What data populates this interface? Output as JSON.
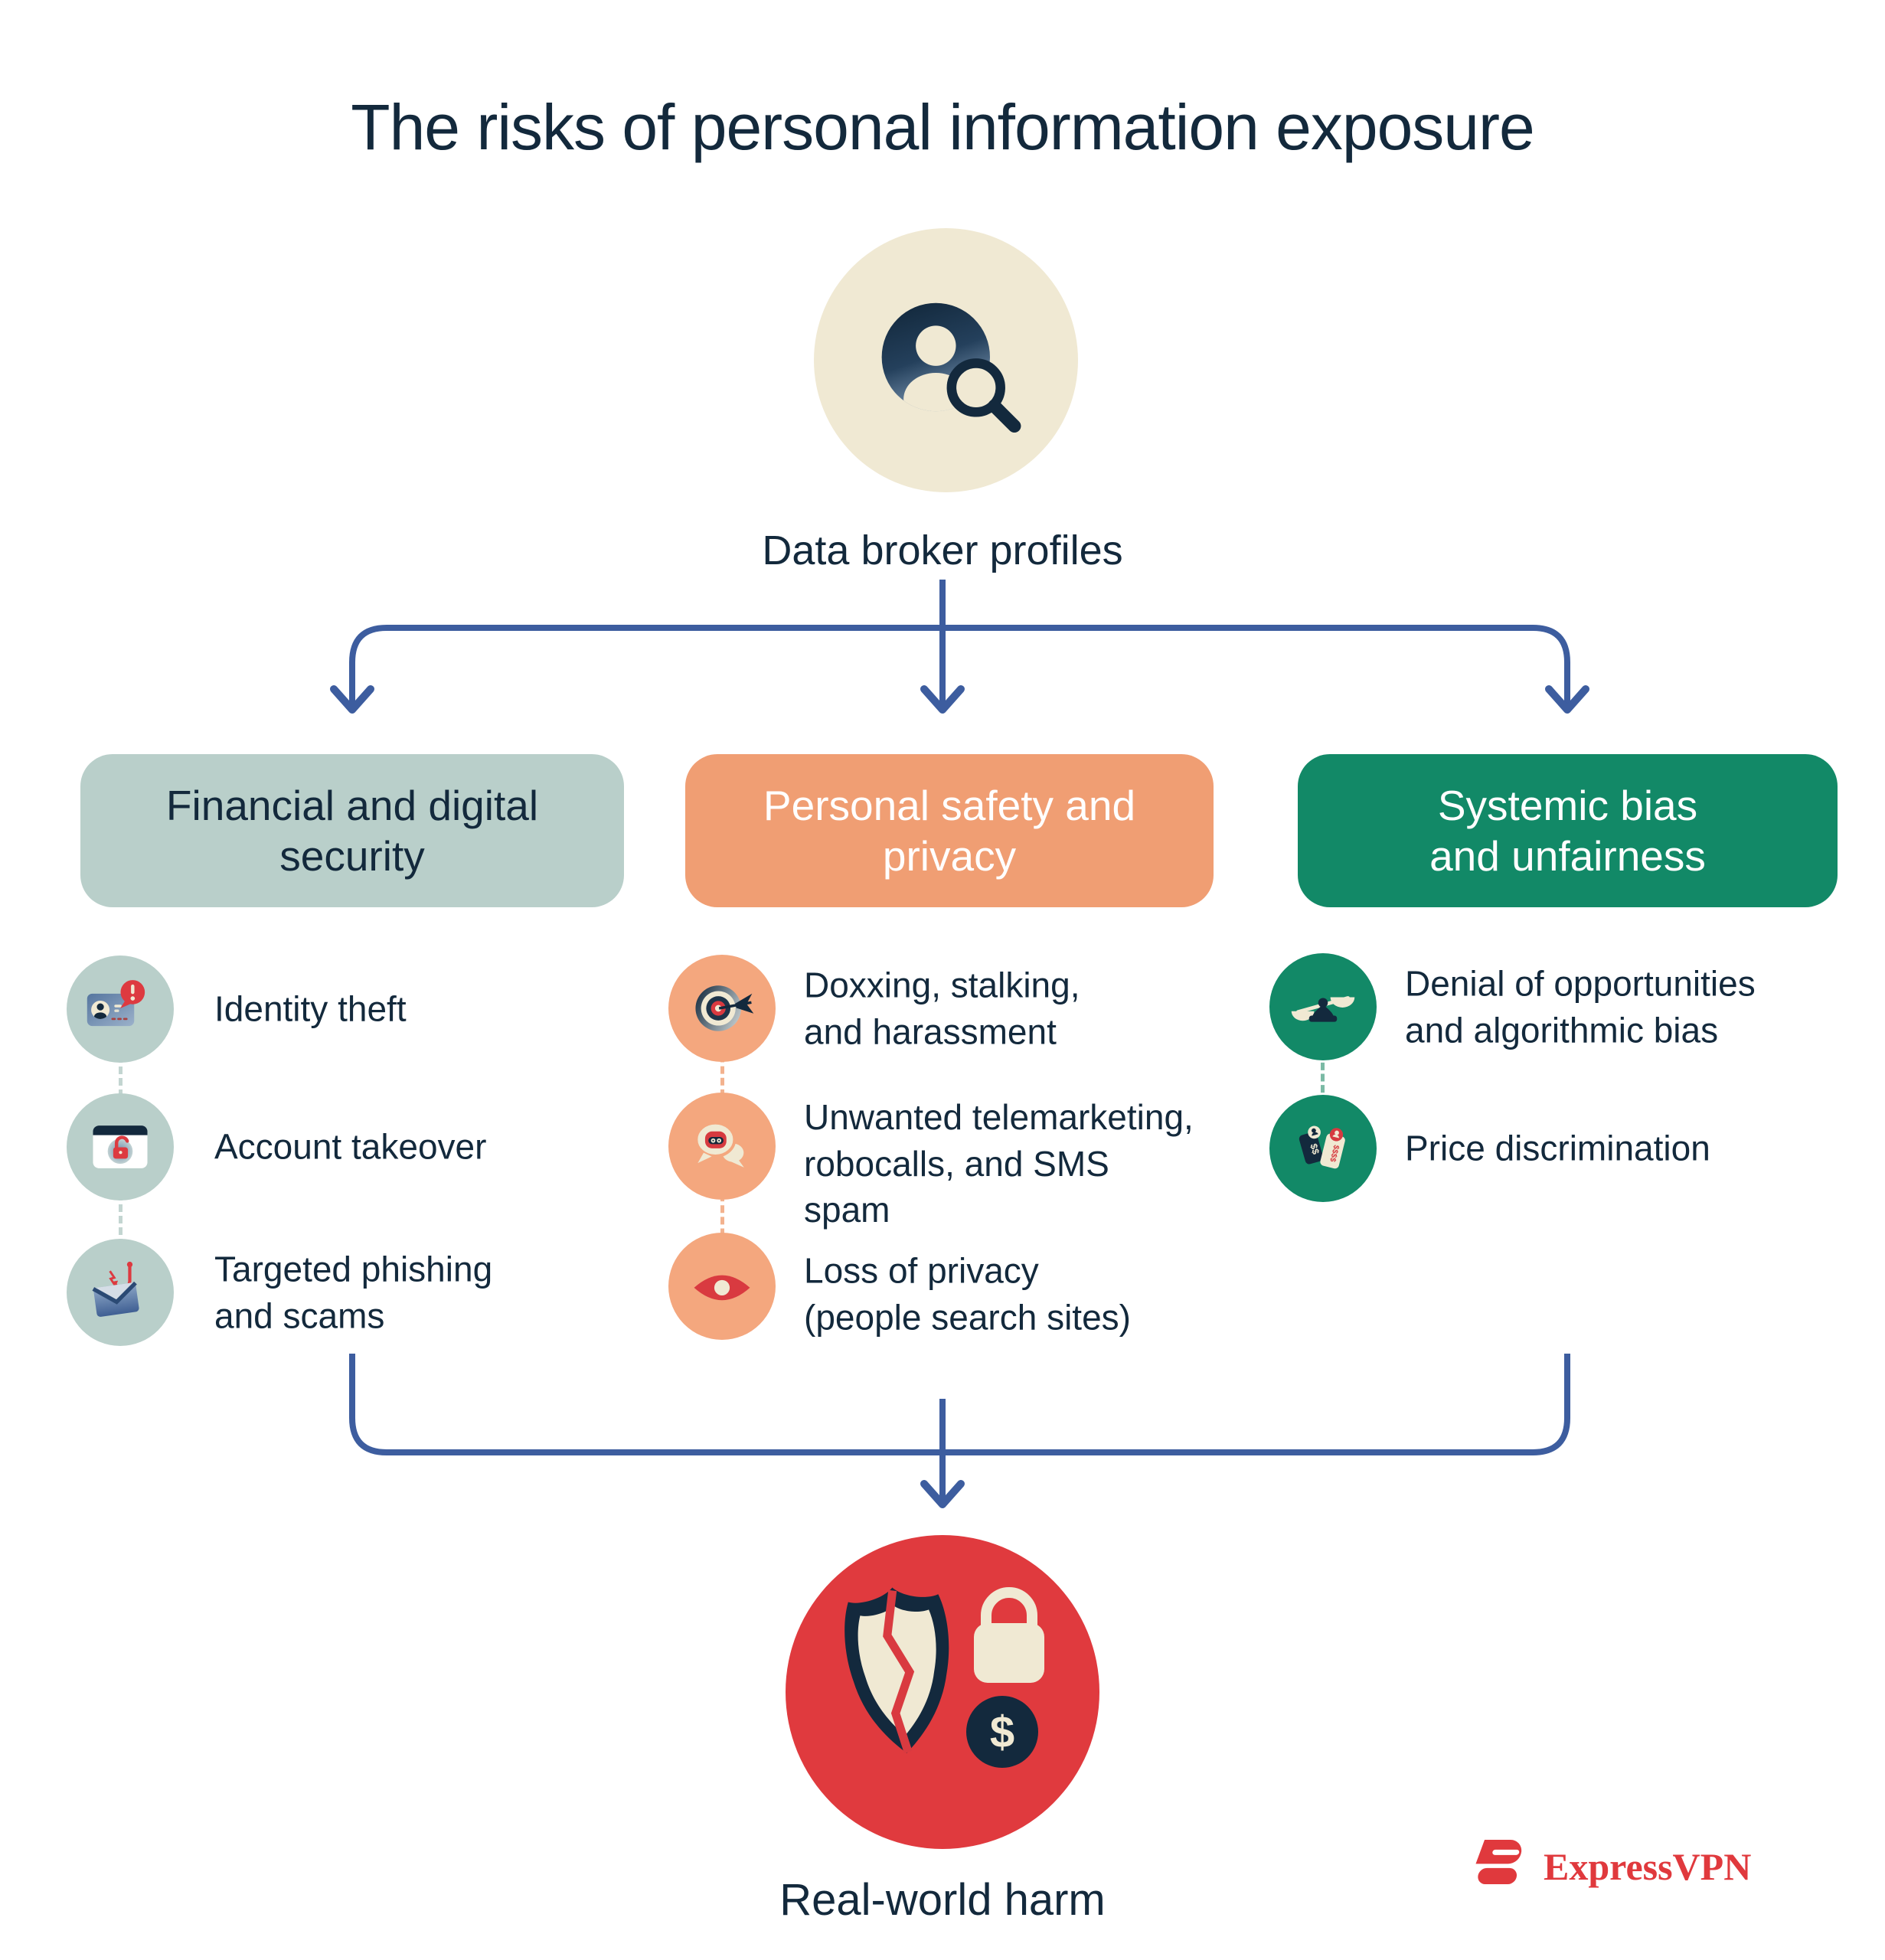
{
  "page": {
    "title": "The risks of personal information exposure",
    "background": "#ffffff"
  },
  "source": {
    "label": "Data broker profiles",
    "icon": "person-search-icon",
    "circle_color": "#f0e9d3"
  },
  "branches": [
    {
      "id": "financial",
      "heading": "Financial and digital\nsecurity",
      "box_color": "#b9cfca",
      "heading_color": "#13293c",
      "items": [
        {
          "icon": "id-card-alert-icon",
          "label": "Identity theft"
        },
        {
          "icon": "browser-unlocked-icon",
          "label": "Account takeover"
        },
        {
          "icon": "phishing-hook-email-icon",
          "label": "Targeted phishing\nand scams"
        }
      ]
    },
    {
      "id": "personal-safety",
      "heading": "Personal safety and\nprivacy",
      "box_color": "#f09e73",
      "heading_color": "#ffffff",
      "items": [
        {
          "icon": "target-dart-icon",
          "label": "Doxxing, stalking,\nand harassment"
        },
        {
          "icon": "robot-chat-icon",
          "label": "Unwanted telemarketing,\nrobocalls, and SMS\nspam"
        },
        {
          "icon": "eye-icon",
          "label": "Loss of privacy\n(people search sites)"
        }
      ]
    },
    {
      "id": "systemic-bias",
      "heading": "Systemic bias\nand unfairness",
      "box_color": "#128967",
      "heading_color": "#ffffff",
      "items": [
        {
          "icon": "unbalanced-scale-icon",
          "label": "Denial of opportunities\nand algorithmic bias"
        },
        {
          "icon": "price-tags-icon",
          "label": "Price discrimination"
        }
      ]
    }
  ],
  "outcome": {
    "label": "Real-world harm",
    "icon": "broken-shield-lock-dollar-icon",
    "circle_color": "#e03a3e"
  },
  "brand": {
    "name": "ExpressVPN",
    "color": "#e0393d"
  },
  "colors": {
    "text": "#13293c",
    "arrow": "#3d5d9f",
    "cream": "#f0e9d3",
    "navy": "#13293d",
    "red": "#d93a40"
  }
}
